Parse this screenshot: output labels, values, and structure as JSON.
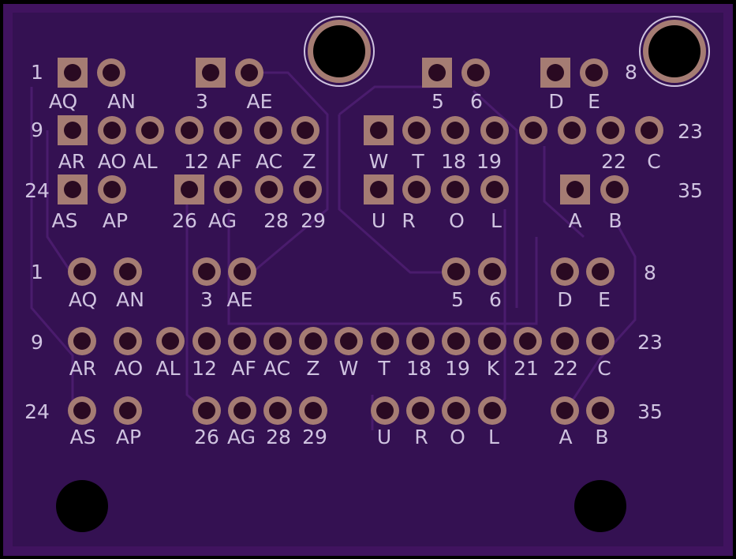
{
  "colors": {
    "background": "#000000",
    "board": "#40135f",
    "copper": "#341152",
    "trace": "#4a1c6d",
    "pad": "#a57c73",
    "pad_hole": "#2a0a22",
    "silkscreen": "#cfc3e0",
    "mount_hole": "#000000"
  },
  "top_header": {
    "row_numbers": [
      "1",
      "8",
      "9",
      "23",
      "24",
      "35"
    ],
    "row1_labels": [
      "AQ",
      "AN",
      "3",
      "AE",
      "5",
      "6",
      "D",
      "E"
    ],
    "row2_labels": [
      "AR",
      "AO",
      "AL",
      "12",
      "AF",
      "AC",
      "Z",
      "W",
      "T",
      "18",
      "19",
      "22",
      "C"
    ],
    "row3_labels": [
      "AS",
      "AP",
      "26",
      "AG",
      "28",
      "29",
      "U",
      "R",
      "O",
      "L",
      "A",
      "B"
    ]
  },
  "bottom_header": {
    "row_numbers": [
      "1",
      "8",
      "9",
      "23",
      "24",
      "35"
    ],
    "row1_labels": [
      "AQ",
      "AN",
      "3",
      "AE",
      "5",
      "6",
      "D",
      "E"
    ],
    "row2_labels": [
      "AR",
      "AO",
      "AL",
      "12",
      "AF",
      "AC",
      "Z",
      "W",
      "T",
      "18",
      "19",
      "K",
      "21",
      "22",
      "C"
    ],
    "row3_labels": [
      "AS",
      "AP",
      "26",
      "AG",
      "28",
      "29",
      "U",
      "R",
      "O",
      "L",
      "A",
      "B"
    ]
  }
}
